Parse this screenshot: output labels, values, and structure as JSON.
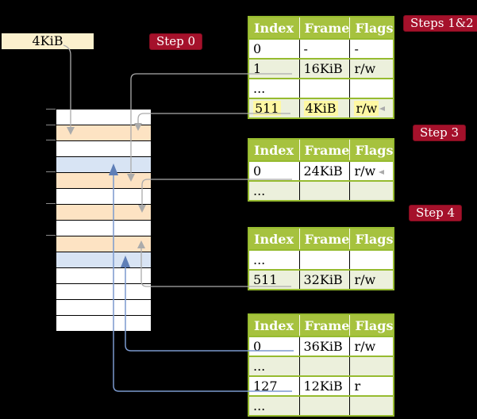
{
  "pointer_box": {
    "label": "4KiB"
  },
  "steps": [
    {
      "id": "step0",
      "label": "Step 0"
    },
    {
      "id": "steps12",
      "label": "Steps 1&2"
    },
    {
      "id": "step3",
      "label": "Step 3"
    },
    {
      "id": "step4",
      "label": "Step 4"
    }
  ],
  "memory": {
    "rows": [
      {
        "type": "free"
      },
      {
        "type": "table"
      },
      {
        "type": "free"
      },
      {
        "type": "data"
      },
      {
        "type": "table"
      },
      {
        "type": "free"
      },
      {
        "type": "table"
      },
      {
        "type": "free"
      },
      {
        "type": "table"
      },
      {
        "type": "data"
      },
      {
        "type": "free"
      },
      {
        "type": "free"
      },
      {
        "type": "free"
      },
      {
        "type": "free"
      }
    ]
  },
  "tables": [
    {
      "name": "page-table-step1",
      "columns": [
        "Index",
        "Frame",
        "Flags"
      ],
      "rows": [
        {
          "cells": [
            "0",
            "-",
            "-"
          ],
          "shade": false,
          "highlight": false
        },
        {
          "cells": [
            "1",
            "16KiB",
            "r/w"
          ],
          "shade": true,
          "highlight": false
        },
        {
          "cells": [
            "...",
            "",
            ""
          ],
          "shade": false,
          "highlight": false
        },
        {
          "cells": [
            "511",
            "4KiB",
            "r/w"
          ],
          "shade": true,
          "highlight": true
        }
      ]
    },
    {
      "name": "page-table-step3",
      "columns": [
        "Index",
        "Frame",
        "Flags"
      ],
      "rows": [
        {
          "cells": [
            "0",
            "24KiB",
            "r/w"
          ],
          "shade": false,
          "highlight": false
        },
        {
          "cells": [
            "...",
            "",
            ""
          ],
          "shade": true,
          "highlight": false
        }
      ]
    },
    {
      "name": "page-table-step4",
      "columns": [
        "Index",
        "Frame",
        "Flags"
      ],
      "rows": [
        {
          "cells": [
            "...",
            "",
            ""
          ],
          "shade": false,
          "highlight": false
        },
        {
          "cells": [
            "511",
            "32KiB",
            "r/w"
          ],
          "shade": true,
          "highlight": false
        }
      ]
    },
    {
      "name": "page-table-final",
      "columns": [
        "Index",
        "Frame",
        "Flags"
      ],
      "rows": [
        {
          "cells": [
            "0",
            "36KiB",
            "r/w"
          ],
          "shade": false,
          "highlight": false
        },
        {
          "cells": [
            "...",
            "",
            ""
          ],
          "shade": true,
          "highlight": false
        },
        {
          "cells": [
            "127",
            "12KiB",
            "r"
          ],
          "shade": false,
          "highlight": false
        },
        {
          "cells": [
            "...",
            "",
            ""
          ],
          "shade": true,
          "highlight": false
        }
      ]
    }
  ],
  "colors": {
    "header_green": "#A6C23E",
    "row_green": "#ECF0DC",
    "border_green": "#96BB2F",
    "peach": "#FDE3C3",
    "page_blue": "#D8E4F4",
    "hl_yellow": "#FFF8A3",
    "label_red": "#A5112B",
    "label_red_border": "#7E0C1E",
    "box_cream": "#FBF0CD",
    "arrow_gray": "#ABABAB",
    "arrow_blue": "#7B99CE",
    "arrow_blue_head": "#5F7FB7",
    "tick_gray": "#8A8A8A"
  }
}
